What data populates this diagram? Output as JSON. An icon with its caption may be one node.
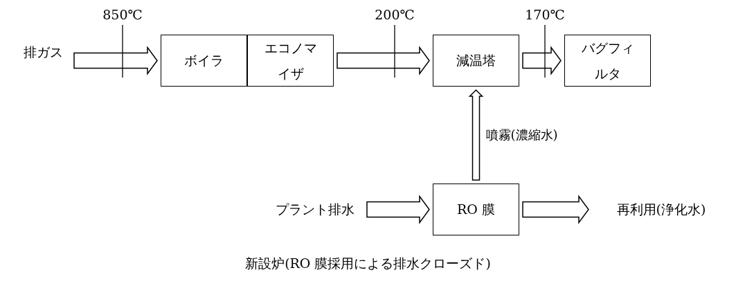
{
  "diagram": {
    "caption": "新設炉(RO 膜採用による排水クローズド)",
    "nodes": [
      {
        "text": [
          "排ガス"
        ]
      },
      {
        "text": [
          "ボイラ"
        ]
      },
      {
        "text": [
          "エコノマイザ"
        ]
      },
      {
        "text": [
          "減温塔"
        ]
      },
      {
        "text": [
          "バグフィルタ"
        ]
      },
      {
        "text": [
          "RO 膜"
        ]
      },
      {
        "text": [
          "プラント排水"
        ]
      },
      {
        "text": [
          "再利用(浄化水)"
        ]
      },
      {
        "text": [
          "850℃"
        ]
      },
      {
        "text": [
          "200℃"
        ]
      },
      {
        "text": [
          "170℃"
        ]
      }
    ],
    "edges": [
      {
        "from": 0,
        "to": 1,
        "arrow": "to"
      },
      {
        "from": 2,
        "to": 3,
        "arrow": "to"
      },
      {
        "from": 3,
        "to": 4,
        "arrow": "to"
      },
      {
        "from": 5,
        "to": 3,
        "arrow": "to",
        "label": "噴霧(濃縮水)"
      },
      {
        "from": 6,
        "to": 5,
        "arrow": "to"
      },
      {
        "from": 5,
        "to": 7,
        "arrow": "to"
      },
      {
        "from": 8,
        "to": null,
        "arrow": "none"
      },
      {
        "from": 9,
        "to": null,
        "arrow": "none"
      },
      {
        "from": 10,
        "to": null,
        "arrow": "none"
      }
    ]
  }
}
